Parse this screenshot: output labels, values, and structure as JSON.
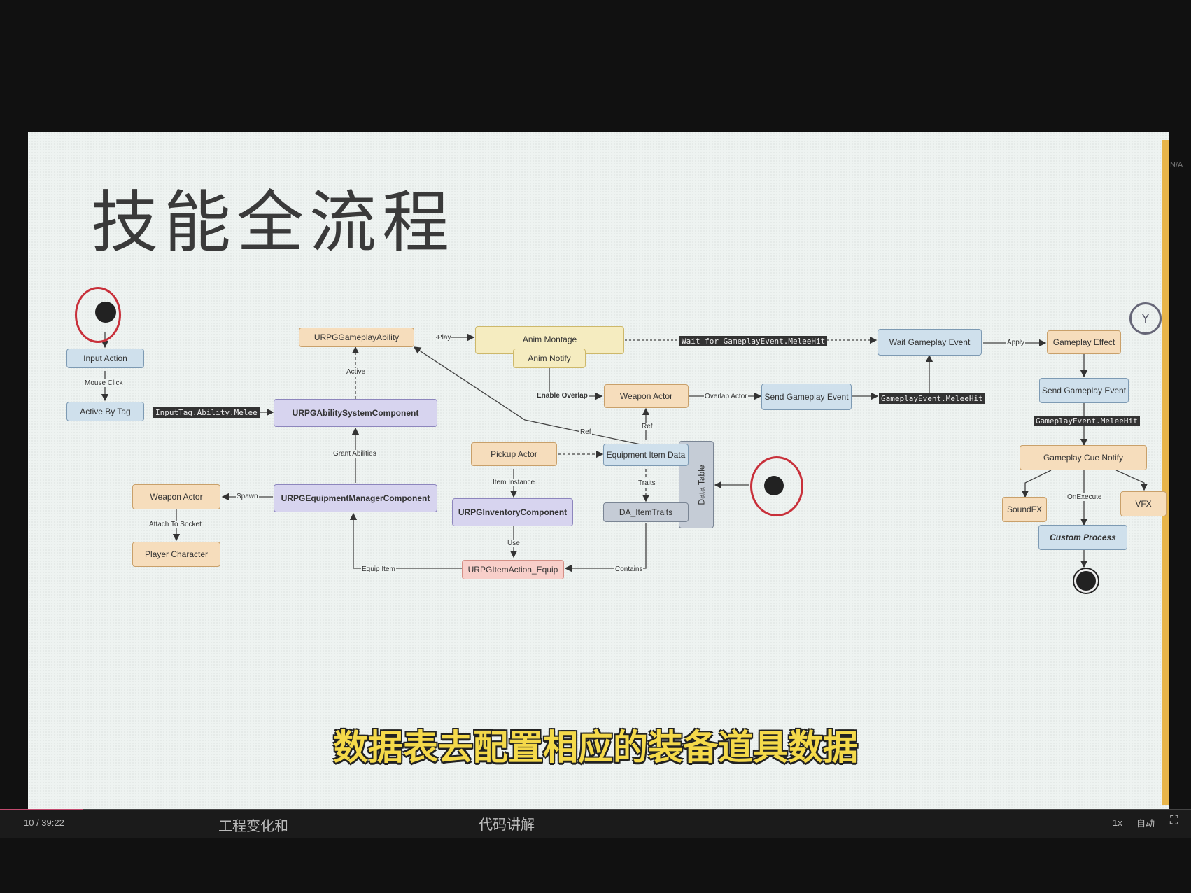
{
  "title": "技能全流程",
  "nodes": {
    "input_action": "Input Action",
    "active_by_tag": "Active By Tag",
    "gameplay_ability": "URPGGameplayAbility",
    "ability_system": "URPGAbilitySystemComponent",
    "equipment_manager": "URPGEquipmentManagerComponent",
    "weapon_actor_left": "Weapon Actor",
    "player_character": "Player Character",
    "anim_montage": "Anim Montage",
    "anim_notify": "Anim Notify",
    "pickup_actor": "Pickup Actor",
    "inventory_component": "URPGInventoryComponent",
    "item_action_equip": "URPGItemAction_Equip",
    "weapon_actor_mid": "Weapon Actor",
    "equipment_item_data": "Equipment Item Data",
    "item_traits": "DA_ItemTraits",
    "data_table": "Data Table",
    "send_gameplay_event_mid": "Send Gameplay Event",
    "wait_gameplay_event": "Wait Gameplay Event",
    "gameplay_effect": "Gameplay Effect",
    "send_gameplay_event_right": "Send Gameplay Event",
    "gameplay_cue_notify": "Gameplay Cue Notify",
    "soundfx": "SoundFX",
    "vfx": "VFX",
    "custom_process": "Custom Process"
  },
  "tags": {
    "input_tag": "InputTag.Ability.Melee",
    "wait_for": "Wait for GameplayEvent.MeleeHit",
    "melee_hit_1": "GameplayEvent.MeleeHit",
    "melee_hit_2": "GameplayEvent.MeleeHit"
  },
  "labels": {
    "mouse_click": "Mouse Click",
    "play": "Play",
    "active": "Active",
    "grant_abilities": "Grant Abilities",
    "spawn": "Spawn",
    "attach_to_socket": "Attach To Socket",
    "equip_item": "Equip Item",
    "use": "Use",
    "item_instance": "Item Instance",
    "contains": "Contains",
    "traits": "Traits",
    "ref_1": "Ref",
    "ref_2": "Ref",
    "enable_overlap": "Enable Overlap",
    "overlap_actor": "Overlap Actor",
    "apply": "Apply",
    "on_execute": "OnExecute"
  },
  "subtitle": "数据表去配置相应的装备道具数据",
  "player": {
    "time": "10 / 39:22",
    "chapter_1": "工程变化和",
    "chapter_2": "代码讲解",
    "speed": "1x",
    "quality": "自动",
    "corner": "N/A",
    "progress": 0.07
  }
}
